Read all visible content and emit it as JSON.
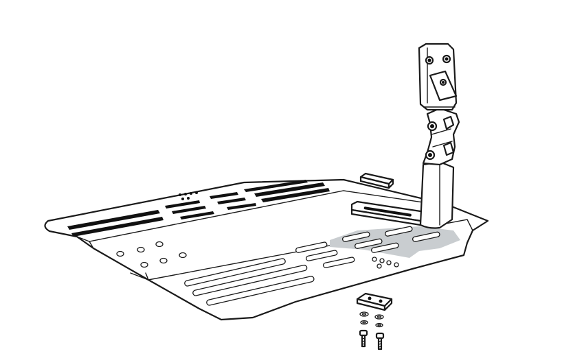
{
  "illustration": {
    "kind": "exploded assembly drawing",
    "colors": {
      "outline": "#1a1a1a",
      "fill": "#ffffff",
      "highlight": "#c9cdd0"
    },
    "parts": [
      "mounting-plate",
      "upright-arm",
      "hinge-joint",
      "arm-foot",
      "top-clamp",
      "small-bracket",
      "clamp-block",
      "washers",
      "bolts"
    ]
  }
}
